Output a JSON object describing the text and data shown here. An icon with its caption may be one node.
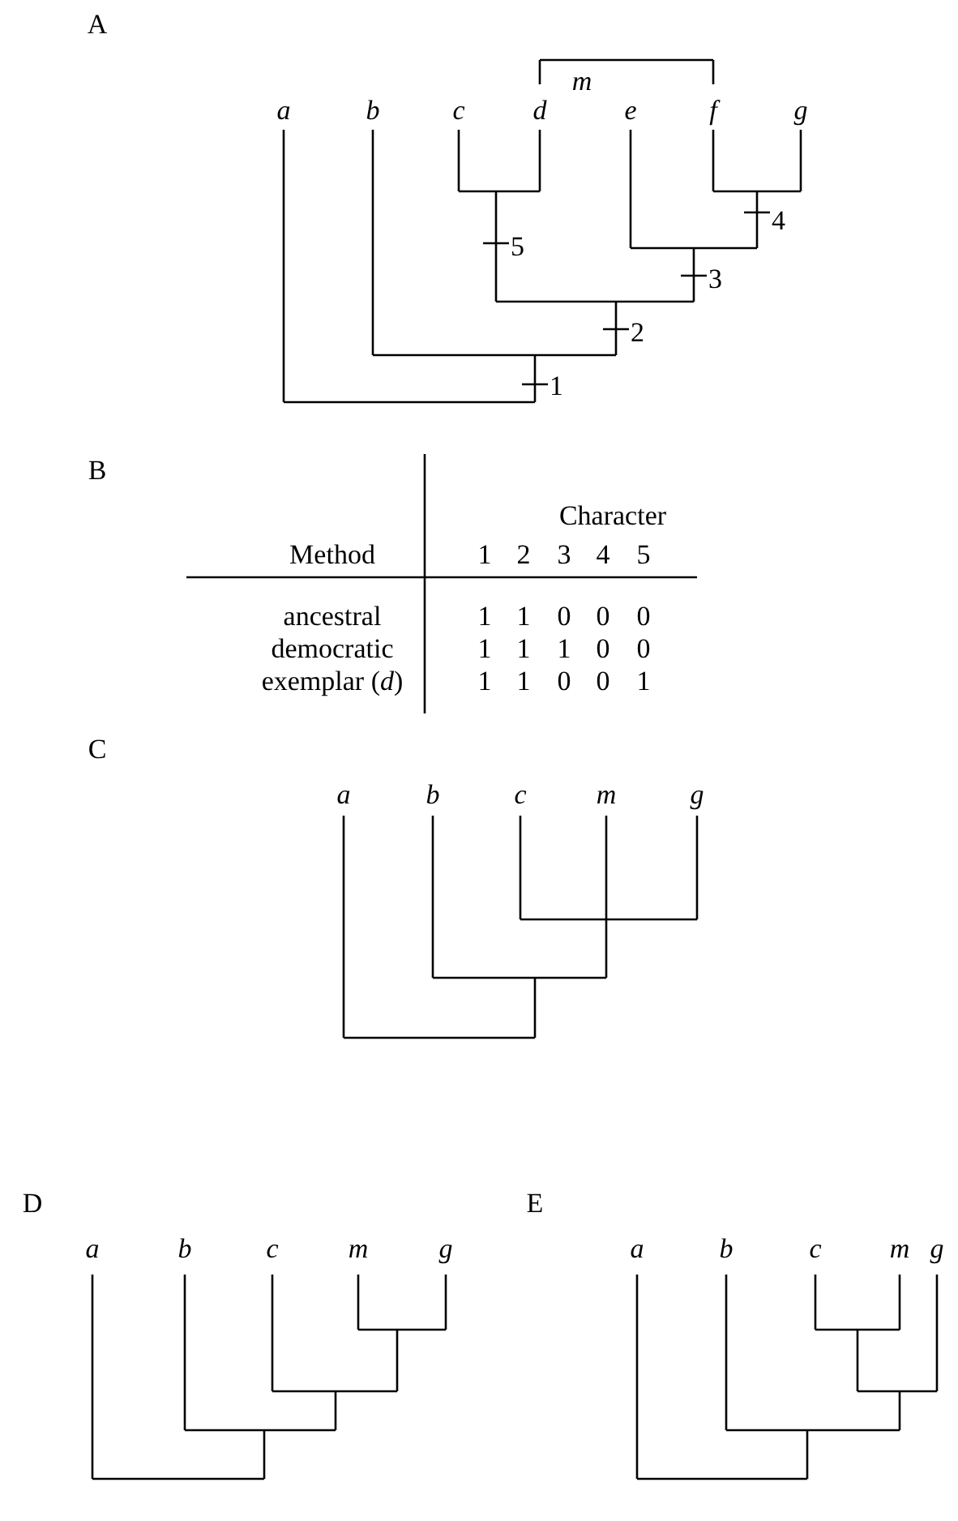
{
  "diagram": {
    "labels": [
      "A",
      "m",
      "a",
      "b",
      "c",
      "d",
      "e",
      "f",
      "g",
      "4",
      "5",
      "3",
      "2",
      "1",
      "B",
      "Method",
      "Character",
      "1",
      "2",
      "3",
      "4",
      "5",
      "ancestral",
      "1",
      "1",
      "0",
      "0",
      "0",
      "democratic",
      "1",
      "1",
      "1",
      "0",
      "0",
      "exemplar (*d*)",
      "1",
      "1",
      "0",
      "0",
      "1",
      "C",
      "a",
      "b",
      "c",
      "m",
      "g",
      "D",
      "a",
      "b",
      "c",
      "m",
      "g",
      "E",
      "a",
      "b",
      "c",
      "m",
      "g"
    ]
  }
}
